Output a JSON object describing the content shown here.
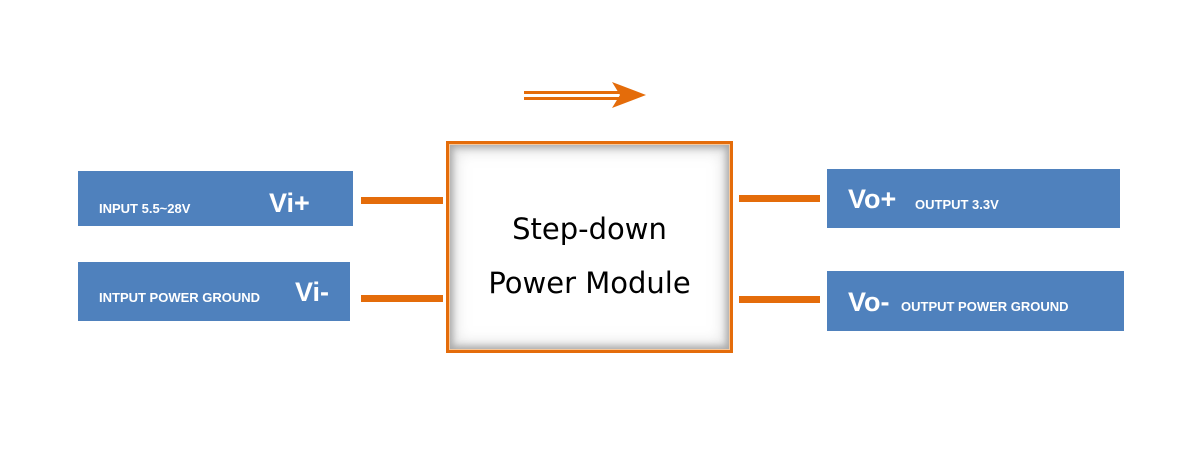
{
  "diagram": {
    "module": {
      "line1": "Step-down",
      "line2": "Power Module"
    },
    "inputs": {
      "vi_plus": {
        "pin": "Vi+",
        "description": "INPUT  5.5~28V"
      },
      "vi_minus": {
        "pin": "Vi-",
        "description": "INTPUT POWER GROUND"
      }
    },
    "outputs": {
      "vo_plus": {
        "pin": "Vo+",
        "description": "OUTPUT 3.3V"
      },
      "vo_minus": {
        "pin": "Vo-",
        "description": "OUTPUT POWER GROUND"
      }
    },
    "colors": {
      "pin_box_fill": "#4f81bd",
      "pin_box_text": "#ffffff",
      "wire": "#e46c0a",
      "module_border": "#e46c0a",
      "arrow": "#e46c0a"
    },
    "flow_arrow_icon": "right-arrow-icon"
  }
}
